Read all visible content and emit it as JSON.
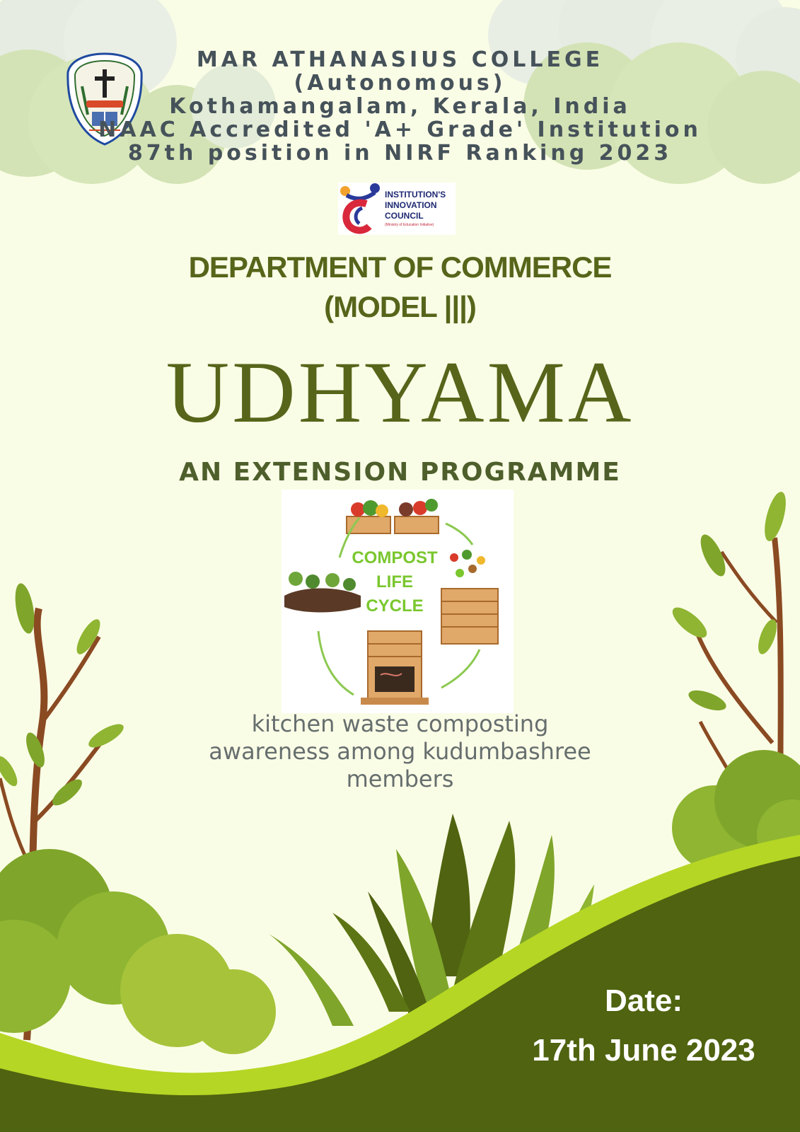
{
  "college": {
    "name": "MAR ATHANASIUS COLLEGE",
    "status": "(Autonomous)",
    "location": "Kothamangalam, Kerala, India",
    "accreditation": "NAAC Accredited 'A+ Grade' Institution",
    "ranking": "87th position in NIRF Ranking 2023"
  },
  "iic_logo": {
    "line1": "INSTITUTION'S",
    "line2": "INNOVATION",
    "line3": "COUNCIL",
    "sub": "(Ministry of Education Initiative)"
  },
  "department": {
    "line1": "DEPARTMENT OF COMMERCE",
    "line2": "(MODEL |||)"
  },
  "event": {
    "title": "UDHYAMA",
    "subtitle": "AN EXTENSION PROGRAMME",
    "description_lines": [
      "kitchen waste composting",
      "awareness among kudumbashree",
      "members"
    ]
  },
  "compost_image": {
    "line1": "COMPOST",
    "line2": "LIFE",
    "line3": "CYCLE"
  },
  "date": {
    "label": "Date:",
    "value": "17th June 2023"
  },
  "colors": {
    "background": "#fafde6",
    "heading_green": "#56651a",
    "dark_green_wave": "#4f6310",
    "lime_wave": "#b5d624",
    "text_grey": "#666e6e"
  }
}
